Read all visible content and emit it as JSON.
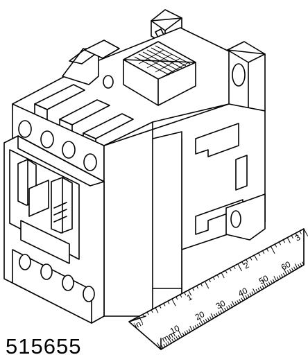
{
  "figure": {
    "part_number": "515655",
    "ruler": {
      "unit_cm": "mm",
      "unit_in": "in.",
      "cm_labels": [
        "10",
        "20",
        "30",
        "40",
        "50",
        "60"
      ],
      "inch_labels": [
        "1",
        "2",
        "3"
      ]
    }
  }
}
